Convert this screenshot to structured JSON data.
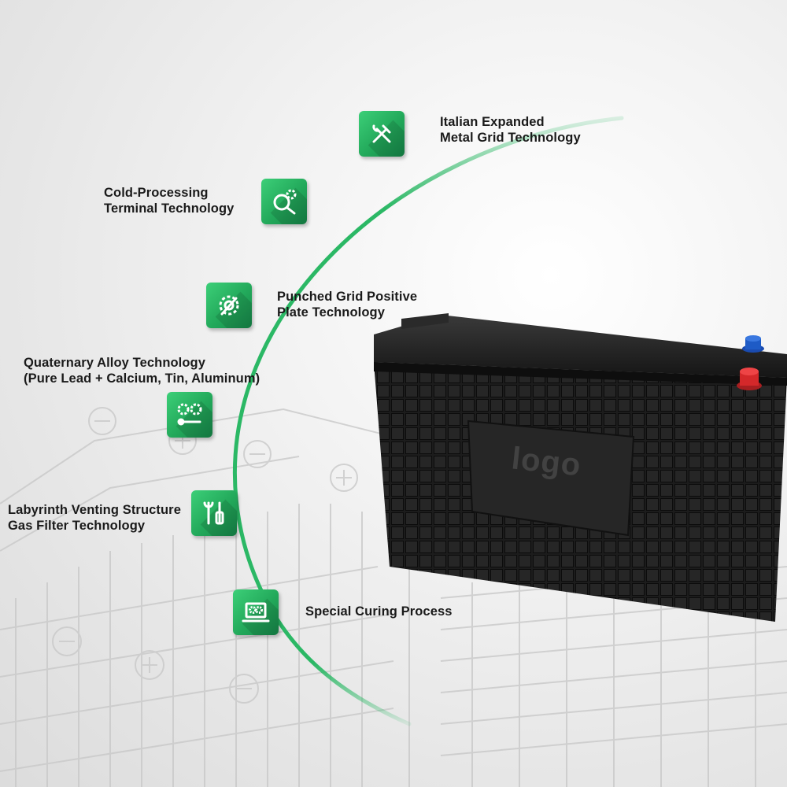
{
  "features": [
    {
      "icon": "hammer-wrench-icon",
      "line1": "Italian Expanded",
      "line2": "Metal Grid Technology"
    },
    {
      "icon": "gear-magnifier-icon",
      "line1": "Cold-Processing",
      "line2": "Terminal Technology"
    },
    {
      "icon": "gear-wrench-icon",
      "line1": "Punched Grid Positive",
      "line2": "Plate Technology"
    },
    {
      "icon": "gears-wrench-icon",
      "line1": "Quaternary Alloy Technology",
      "line2": "(Pure Lead + Calcium, Tin, Aluminum)"
    },
    {
      "icon": "tools-icon",
      "line1": "Labyrinth Venting Structure",
      "line2": "Gas Filter Technology"
    },
    {
      "icon": "laptop-gears-icon",
      "line1": "Special Curing Process",
      "line2": ""
    }
  ],
  "battery": {
    "logo_text": "logo"
  },
  "colors": {
    "accent": "#2bb865",
    "battery_body": "#1b1b1b",
    "terminal_positive": "#d4282a",
    "terminal_negative": "#1e5bc6"
  }
}
